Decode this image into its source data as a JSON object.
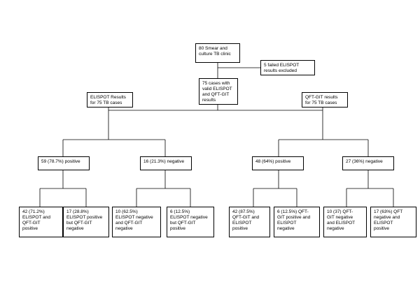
{
  "nodes": {
    "root": "80 Smear and\nculture TB clinic",
    "excluded": "5 failed ELISPOT\nresults excluded",
    "valid": "75 cases with\nvalid ELISPOT\nand QFT-GIT\nresults",
    "elispot_results": "ELISPOT Results\nfor 75 TB cases",
    "qft_results": "QFT-GIT results\nfor 75 TB cases",
    "elispot_pos": "59 (78.7%) positive",
    "elispot_neg": "16 (21.3%) negative",
    "qft_pos": "48 (64%) positive",
    "qft_neg": "27 (36%) negative",
    "leaf1": "42 (71.2%)\nELISPOT and\nQFT-GIT\npositive",
    "leaf2": "17 (28.8%)\nELISPOT positive\nbut QFT-GIT\nnegative",
    "leaf3": "10 (62.5%)\nELISPOT negative\nand QFT-GIT\nnegative",
    "leaf4": "6 (12.5%)\nELISPOT negative\nbut QFT-GIT\npositive",
    "leaf5": "42 (87.5%)\nQFT-GIT and\nELISPOT\npositive",
    "leaf6": "6 (12.5%) QFT-\nGIT positive and\nELISPOT\nnegative",
    "leaf7": "10 (37) QFT-\nGIT negative\nand ELISPOT\nnegative",
    "leaf8": "17 (63%) QFT\nnegative and\nELISPOT\npositive"
  },
  "colors": {
    "line": "#000000",
    "box_border": "#000000",
    "background": "#ffffff"
  }
}
